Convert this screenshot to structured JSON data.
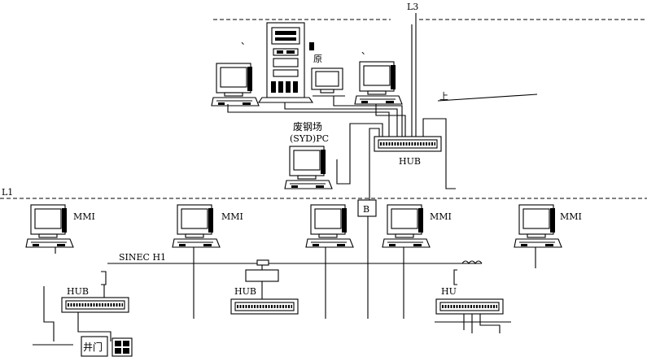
{
  "labels": {
    "level_l1": "L1",
    "level_l3": "L3",
    "scrap_yard": "废钢场",
    "syd_pc": "(SYD)PC",
    "hub_top": "HUB",
    "hub_middle": "HUB",
    "hub_right": "HU",
    "mmi": "MMI",
    "box_b": "B",
    "sinec": "SINEC  H1",
    "well_gate": "井门"
  }
}
